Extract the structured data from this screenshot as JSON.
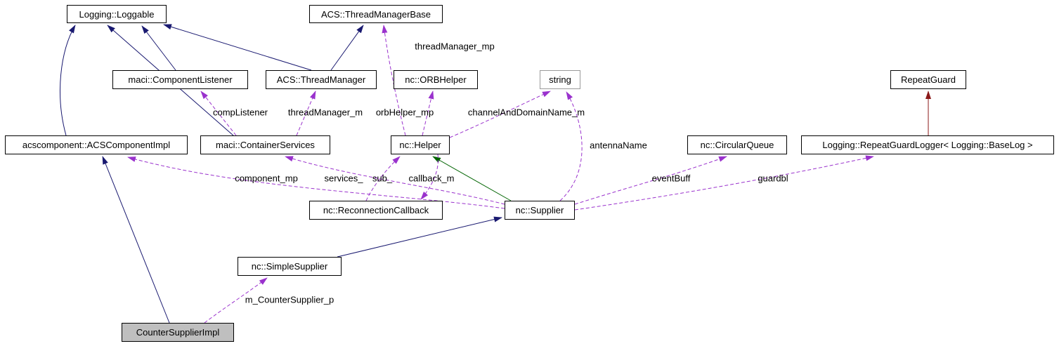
{
  "nodes": {
    "loggable": {
      "label": "Logging::Loggable"
    },
    "thread_manager_base": {
      "label": "ACS::ThreadManagerBase"
    },
    "component_listener": {
      "label": "maci::ComponentListener"
    },
    "thread_manager": {
      "label": "ACS::ThreadManager"
    },
    "orb_helper": {
      "label": "nc::ORBHelper"
    },
    "string": {
      "label": "string"
    },
    "repeat_guard": {
      "label": "RepeatGuard"
    },
    "acs_component_impl": {
      "label": "acscomponent::ACSComponentImpl"
    },
    "container_services": {
      "label": "maci::ContainerServices"
    },
    "helper": {
      "label": "nc::Helper"
    },
    "circular_queue": {
      "label": "nc::CircularQueue"
    },
    "repeat_guard_logger": {
      "label": "Logging::RepeatGuardLogger< Logging::BaseLog >"
    },
    "reconnection_callback": {
      "label": "nc::ReconnectionCallback"
    },
    "supplier": {
      "label": "nc::Supplier"
    },
    "simple_supplier": {
      "label": "nc::SimpleSupplier"
    },
    "counter_supplier_impl": {
      "label": "CounterSupplierImpl"
    }
  },
  "edge_labels": {
    "threadManager_mp": "threadManager_mp",
    "compListener": "compListener",
    "threadManager_m": "threadManager_m",
    "orbHelper_mp": "orbHelper_mp",
    "channelAndDomainName_m": "channelAndDomainName_m",
    "antennaName": "antennaName",
    "component_mp": "component_mp",
    "services_": "services_",
    "sub_": "sub_",
    "callback_m": "callback_m",
    "eventBuff": "eventBuff",
    "guardbl": "guardbl",
    "m_CounterSupplier_p": "m_CounterSupplier_p"
  },
  "edges": [
    {
      "from": "component_listener",
      "to": "loggable",
      "type": "public-inheritance"
    },
    {
      "from": "container_services",
      "to": "loggable",
      "type": "public-inheritance"
    },
    {
      "from": "acs_component_impl",
      "to": "loggable",
      "type": "public-inheritance"
    },
    {
      "from": "thread_manager",
      "to": "loggable",
      "type": "public-inheritance"
    },
    {
      "from": "thread_manager",
      "to": "thread_manager_base",
      "type": "public-inheritance"
    },
    {
      "from": "counter_supplier_impl",
      "to": "acs_component_impl",
      "type": "public-inheritance"
    },
    {
      "from": "simple_supplier",
      "to": "supplier",
      "type": "public-inheritance"
    },
    {
      "from": "supplier",
      "to": "helper",
      "type": "protected-inheritance"
    },
    {
      "from": "repeat_guard_logger",
      "to": "repeat_guard",
      "type": "private-inheritance"
    },
    {
      "from": "helper",
      "to": "thread_manager_base",
      "type": "usage",
      "label": "threadManager_mp"
    },
    {
      "from": "container_services",
      "to": "component_listener",
      "type": "usage",
      "label": "compListener"
    },
    {
      "from": "container_services",
      "to": "thread_manager",
      "type": "usage",
      "label": "threadManager_m"
    },
    {
      "from": "helper",
      "to": "orb_helper",
      "type": "usage",
      "label": "orbHelper_mp"
    },
    {
      "from": "helper",
      "to": "string",
      "type": "usage",
      "label": "channelAndDomainName_m"
    },
    {
      "from": "supplier",
      "to": "string",
      "type": "usage",
      "label": "antennaName"
    },
    {
      "from": "supplier",
      "to": "acs_component_impl",
      "type": "usage",
      "label": "component_mp"
    },
    {
      "from": "supplier",
      "to": "container_services",
      "type": "usage",
      "label": "services_"
    },
    {
      "from": "reconnection_callback",
      "to": "helper",
      "type": "usage",
      "label": "sub_"
    },
    {
      "from": "helper",
      "to": "reconnection_callback",
      "type": "usage",
      "label": "callback_m"
    },
    {
      "from": "supplier",
      "to": "circular_queue",
      "type": "usage",
      "label": "eventBuff"
    },
    {
      "from": "supplier",
      "to": "repeat_guard_logger",
      "type": "usage",
      "label": "guardbl"
    },
    {
      "from": "counter_supplier_impl",
      "to": "simple_supplier",
      "type": "usage",
      "label": "m_CounterSupplier_p"
    }
  ],
  "colors": {
    "inheritance_public": "#191970",
    "inheritance_protected": "#006400",
    "inheritance_private": "#8b1a1a",
    "usage_dashed": "#9a32cd",
    "node_border": "#000000",
    "node_fill": "#ffffff",
    "focus_node_fill": "#bfbfbf",
    "external_node_border": "#9a9a9a",
    "background": "#ffffff"
  }
}
